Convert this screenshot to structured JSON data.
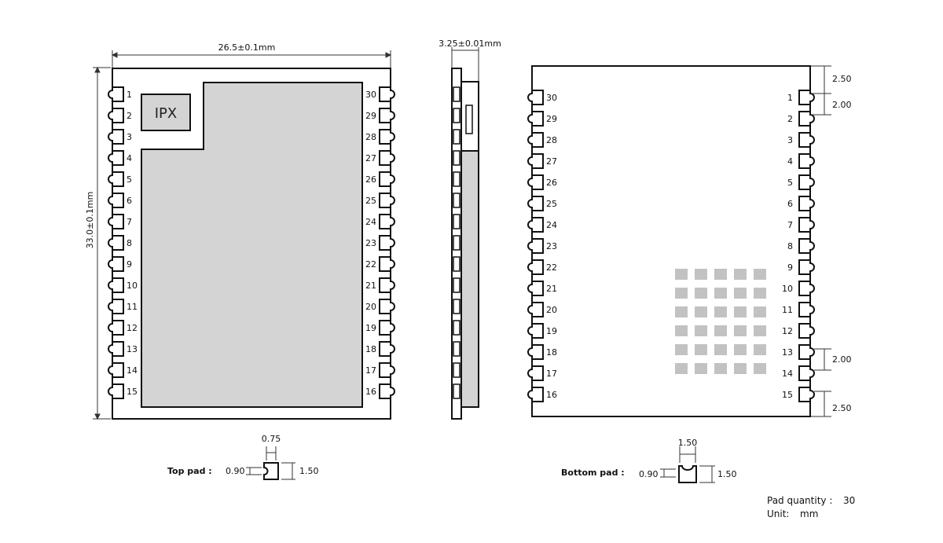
{
  "top_view": {
    "width_dim": "26.5±0.1mm",
    "height_dim": "33.0±0.1mm",
    "ipx_label": "IPX",
    "left_pins": [
      "1",
      "2",
      "3",
      "4",
      "5",
      "6",
      "7",
      "8",
      "9",
      "10",
      "11",
      "12",
      "13",
      "14",
      "15"
    ],
    "right_pins": [
      "30",
      "29",
      "28",
      "27",
      "26",
      "25",
      "24",
      "23",
      "22",
      "21",
      "20",
      "19",
      "18",
      "17",
      "16"
    ],
    "pad_label": "Top pad :",
    "pad_width": "0.75",
    "pad_depth": "0.90",
    "pad_height": "1.50"
  },
  "side_view": {
    "thickness_dim": "3.25±0.01mm"
  },
  "bottom_view": {
    "left_pins": [
      "30",
      "29",
      "28",
      "27",
      "26",
      "25",
      "24",
      "23",
      "22",
      "21",
      "20",
      "19",
      "18",
      "17",
      "16"
    ],
    "right_pins": [
      "1",
      "2",
      "3",
      "4",
      "5",
      "6",
      "7",
      "8",
      "9",
      "10",
      "11",
      "12",
      "13",
      "14",
      "15"
    ],
    "dim_top_edge": "2.50",
    "dim_pitch_top": "2.00",
    "dim_pitch_bottom": "2.00",
    "dim_bottom_edge": "2.50",
    "pad_label": "Bottom pad :",
    "pad_width": "1.50",
    "pad_depth": "0.90",
    "pad_height": "1.50",
    "thermal_grid": {
      "rows": 6,
      "cols": 5
    }
  },
  "notes": {
    "pad_quantity_label": "Pad quantity :",
    "pad_quantity_value": "30",
    "unit_label": "Unit:",
    "unit_value": "mm"
  }
}
